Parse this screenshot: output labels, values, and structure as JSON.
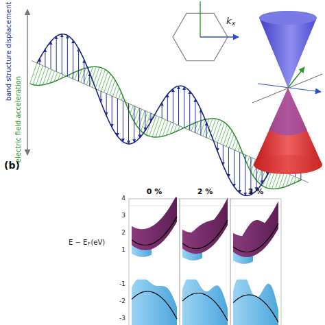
{
  "diagram": {
    "labels": [
      "band structure displacement",
      "electric field acceleration",
      "k",
      "x",
      "(b)",
      "0 %",
      "2 %",
      "3 %",
      "4",
      "3",
      "2",
      "1",
      "-1",
      "-2",
      "-3",
      "E − E",
      "F",
      "(eV)"
    ]
  }
}
